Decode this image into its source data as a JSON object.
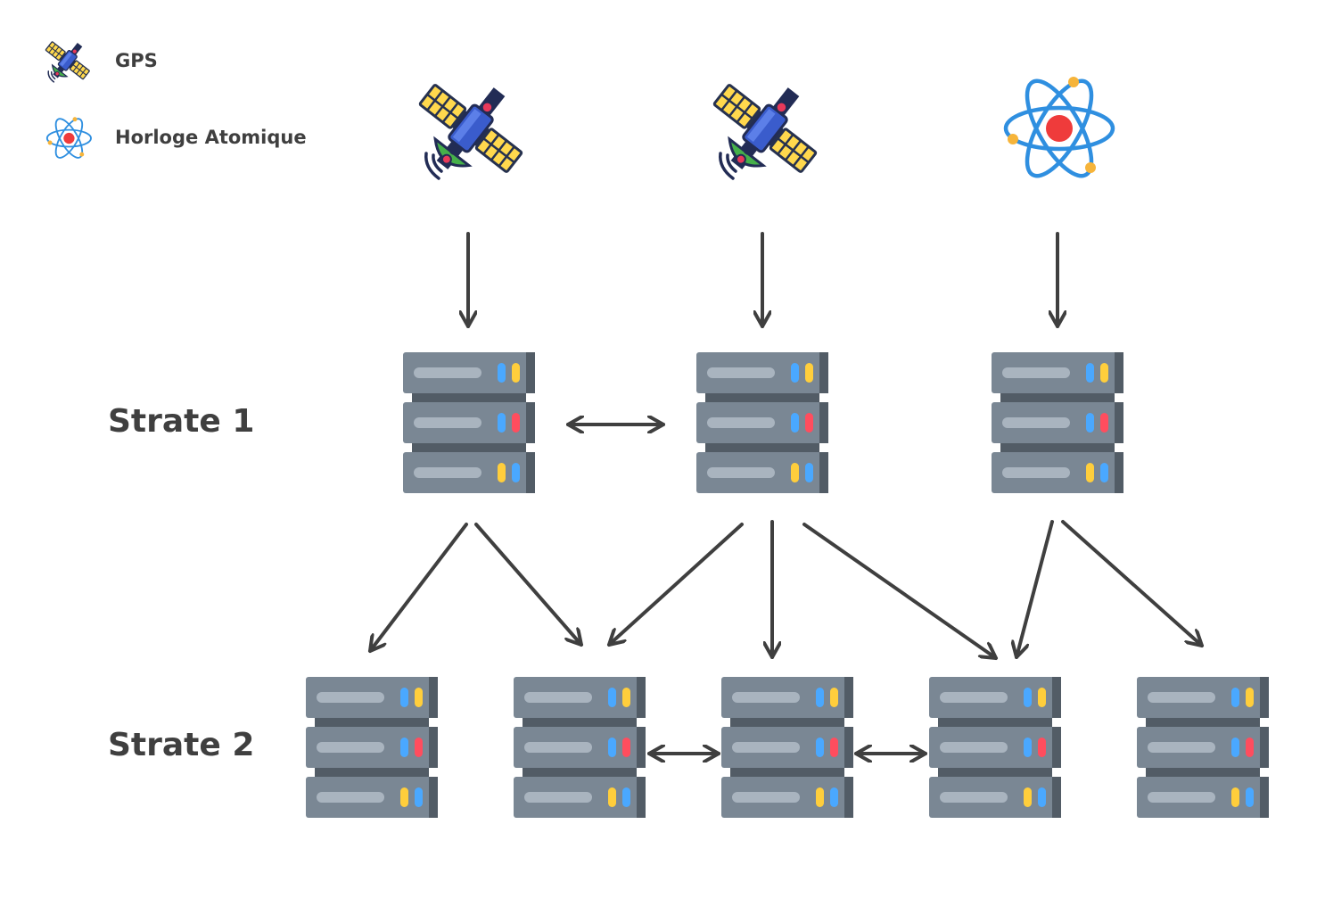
{
  "legend": {
    "gps_label": "GPS",
    "atomic_label": "Horloge Atomique"
  },
  "strata": {
    "stratum1_label": "Strate 1",
    "stratum2_label": "Strate 2"
  },
  "icons": {
    "sources": [
      "satellite-icon",
      "satellite-icon",
      "atom-icon"
    ],
    "server": "server-rack-icon"
  },
  "colors": {
    "arrow": "#3f3f3f",
    "server_body": "#7a8794",
    "server_dark": "#525c66",
    "led_blue": "#4aa8ff",
    "led_yellow": "#ffce3c",
    "led_red": "#ff4d5e",
    "atom_orbit": "#2f8fe0",
    "atom_nucleus": "#ef3b3b",
    "atom_electron": "#f6b43a",
    "satellite_panel": "#ffd84d",
    "satellite_body": "#3a5ccc",
    "satellite_dish": "#46b04a"
  }
}
